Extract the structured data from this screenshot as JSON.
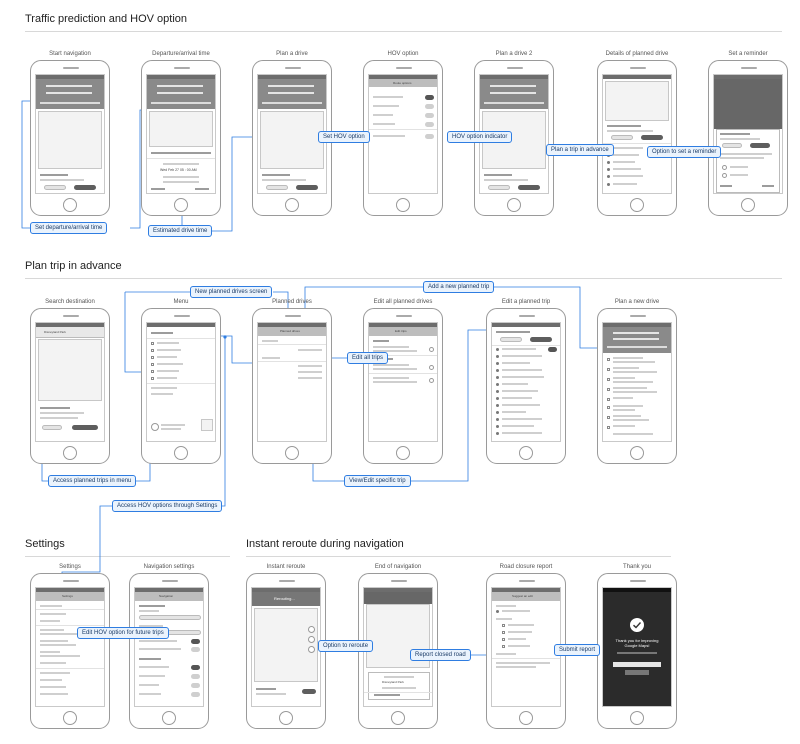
{
  "sections": {
    "traffic": "Traffic prediction and HOV option",
    "plan": "Plan trip in advance",
    "settings": "Settings",
    "reroute": "Instant reroute during navigation"
  },
  "screens": {
    "start_navigation": "Start navigation",
    "departure_arrival_time": "Departure/arrival time",
    "plan_a_drive": "Plan a drive",
    "hov_option": "HOV option",
    "plan_a_drive_2": "Plan a drive 2",
    "details_planned_drive": "Details of planned drive",
    "set_a_reminder": "Set a reminder",
    "search_destination": "Search destination",
    "menu": "Menu",
    "planned_drives": "Planned drives",
    "edit_all_planned_drives": "Edit all planned drives",
    "edit_a_planned_trip": "Edit a planned trip",
    "plan_a_new_drive": "Plan a new drive",
    "settings": "Settings",
    "navigation_settings": "Navigation settings",
    "instant_reroute": "Instant reroute",
    "end_of_navigation": "End of navigation",
    "road_closure_report": "Road closure report",
    "thank_you": "Thank you"
  },
  "callouts": {
    "set_departure": "Set departure/arrival time",
    "estimated_drive_time": "Estimated drive time",
    "set_hov_option": "Set HOV option",
    "hov_option_indicator": "HOV option indicator",
    "plan_trip_in_advance": "Plan a trip in advance",
    "option_reminder": "Option to set a reminder",
    "new_planned_drives_screen": "New planned drives screen",
    "add_new_planned_trip": "Add a new planned trip",
    "edit_all_trips": "Edit all trips",
    "view_edit_specific_trip": "View/Edit specific trip",
    "access_planned_trips_menu": "Access planned trips in menu",
    "access_hov_settings": "Access HOV options through Settings",
    "edit_hov_future_trips": "Edit HOV option for future trips",
    "option_to_reroute": "Option to reroute",
    "report_closed_road": "Report closed road",
    "submit_report": "Submit report"
  },
  "mock_text": {
    "hov_title": "Route options",
    "planned_drives_header": "Planned drives",
    "edit_trips_header": "Edit trips",
    "settings_header": "Settings",
    "navigation_header": "Navigation",
    "rerouting": "Rerouting...",
    "suggest_edit": "Suggest an edit",
    "thank_you_text": "Thank you for improving Google Maps!",
    "time_value": "Wed Feb 27  05 : 00  AM",
    "dropped_pin": "Disneyland Park"
  }
}
